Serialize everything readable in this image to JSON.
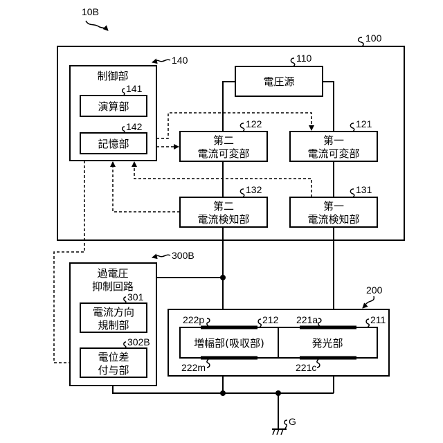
{
  "figure": {
    "system_ref": "10B",
    "main_unit": {
      "ref": "100",
      "voltage_source": {
        "ref": "110",
        "label": "電圧源"
      },
      "controller": {
        "ref": "140",
        "label": "制御部",
        "arithmetic_unit": {
          "ref": "141",
          "label": "演算部"
        },
        "storage_unit": {
          "ref": "142",
          "label": "記憶部"
        }
      },
      "second_current_variable": {
        "ref": "122",
        "line1": "第二",
        "line2": "電流可変部"
      },
      "first_current_variable": {
        "ref": "121",
        "line1": "第一",
        "line2": "電流可変部"
      },
      "second_current_detector": {
        "ref": "132",
        "line1": "第二",
        "line2": "電流検知部"
      },
      "first_current_detector": {
        "ref": "131",
        "line1": "第一",
        "line2": "電流検知部"
      }
    },
    "overvoltage_circuit": {
      "ref": "300B",
      "line1": "過電圧",
      "line2": "抑制回路",
      "direction_regulator": {
        "ref": "301",
        "line1": "電流方向",
        "line2": "規制部"
      },
      "potential_diff_unit": {
        "ref": "302B",
        "line1": "電位差",
        "line2": "付与部"
      }
    },
    "device": {
      "ref": "200",
      "amplifier": {
        "ref": "212",
        "label": "増幅部(吸収部)",
        "top_electrode": "222p",
        "bottom_electrode": "222m"
      },
      "emitter": {
        "ref": "211",
        "label": "発光部",
        "top_electrode": "221a",
        "bottom_electrode": "221c"
      }
    },
    "ground": {
      "ref": "G"
    }
  }
}
